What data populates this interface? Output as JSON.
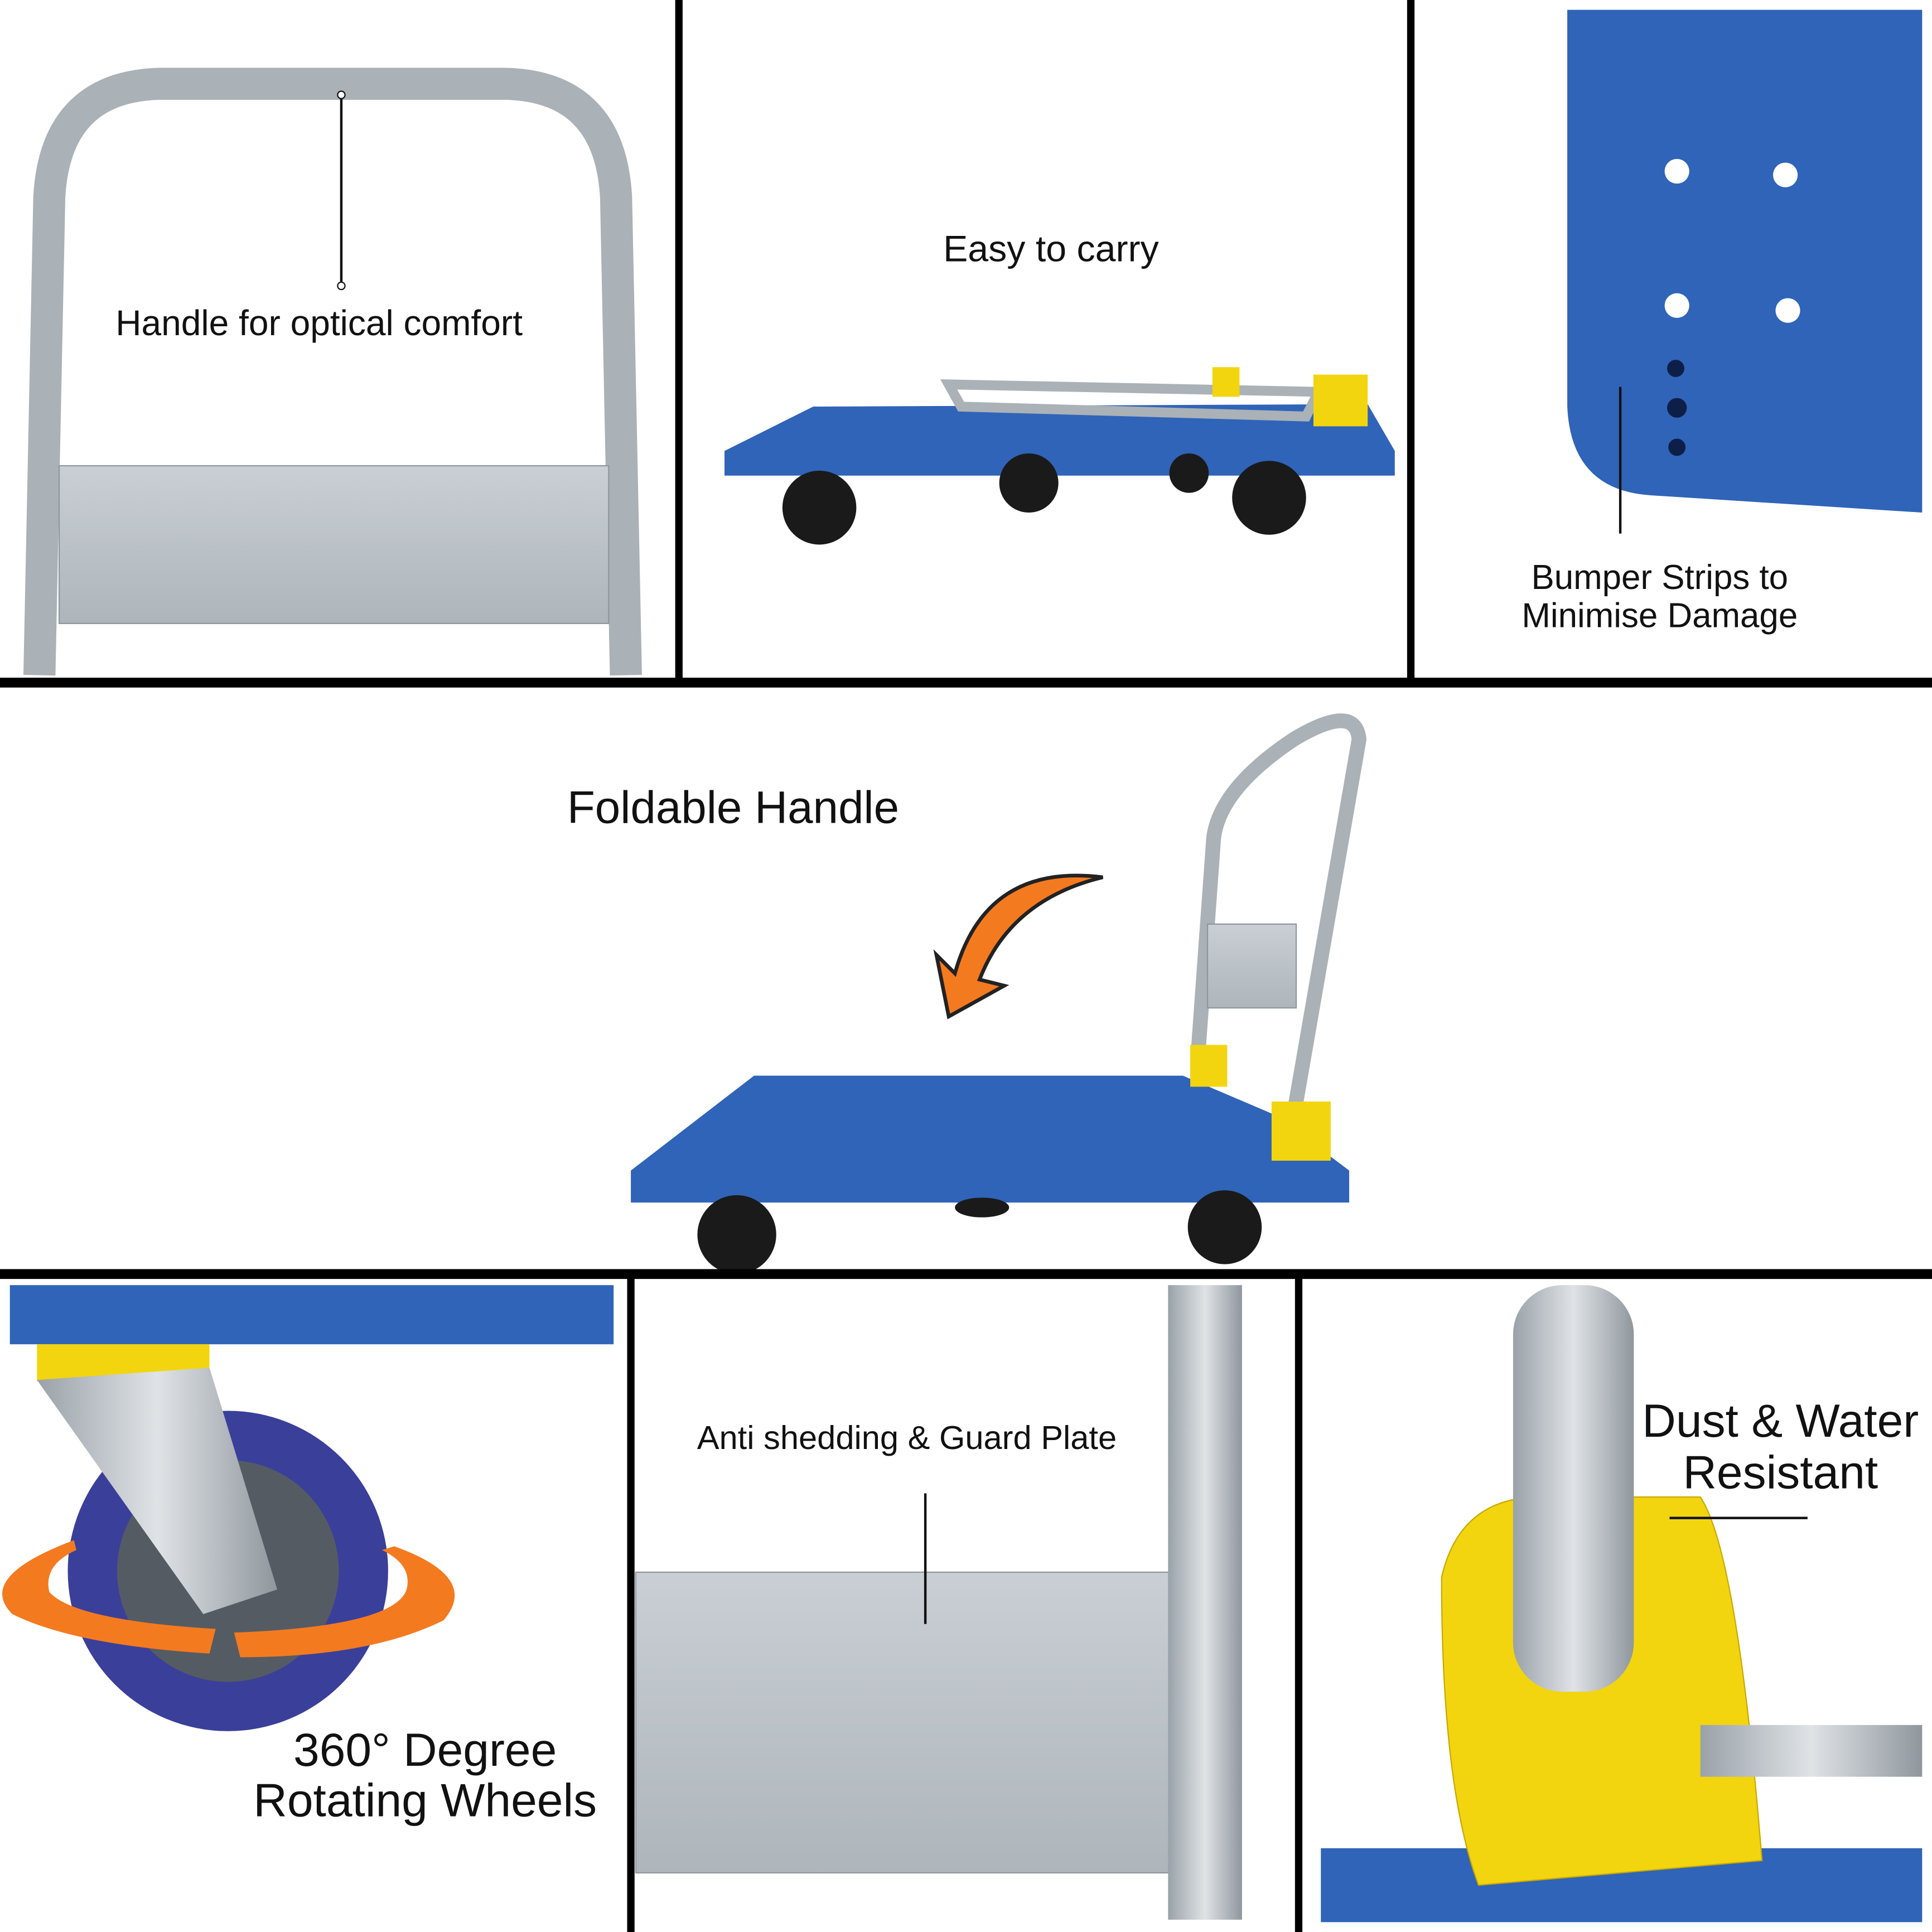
{
  "panels": {
    "handle": {
      "caption": "Handle for optical comfort"
    },
    "carry": {
      "caption": "Easy to carry"
    },
    "bumper": {
      "caption_line1": "Bumper Strips to",
      "caption_line2": "Minimise Damage"
    },
    "foldable": {
      "caption": "Foldable Handle"
    },
    "wheels": {
      "caption_line1": "360° Degree",
      "caption_line2": "Rotating Wheels"
    },
    "guard": {
      "caption": "Anti shedding & Guard Plate"
    },
    "dust": {
      "caption_line1": "Dust & Water",
      "caption_line2": "Resistant"
    }
  },
  "colors": {
    "platform_blue": "#2f64b8",
    "accent_yellow": "#f2d50f",
    "arrow_orange": "#f47a20",
    "steel": "#b9c0c6"
  }
}
